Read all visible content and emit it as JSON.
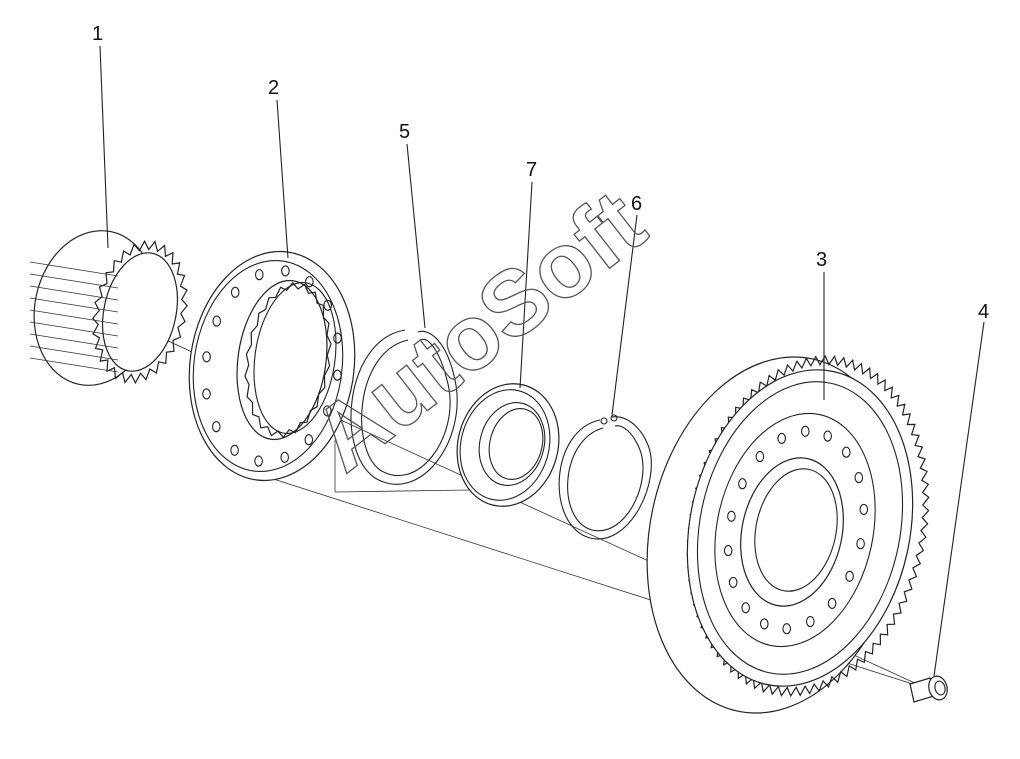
{
  "diagram": {
    "callouts": [
      "1",
      "2",
      "5",
      "7",
      "6",
      "3",
      "4"
    ],
    "watermark": "AutoSoft"
  }
}
